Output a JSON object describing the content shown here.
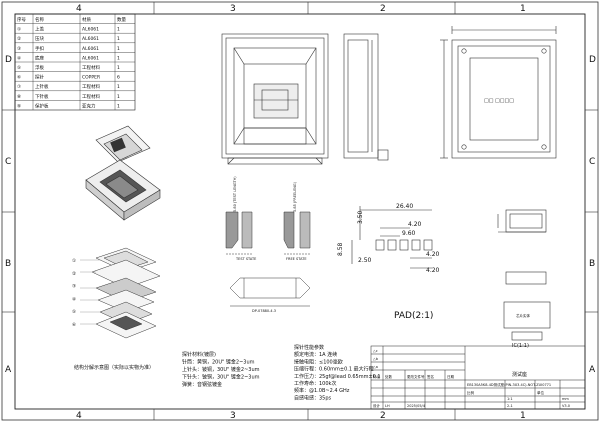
{
  "zones": {
    "cols": [
      "4",
      "3",
      "2",
      "1"
    ],
    "rows": [
      "D",
      "C",
      "B",
      "A"
    ]
  },
  "bom": {
    "headers": [
      "序号",
      "名称",
      "材质",
      "数量"
    ],
    "rows": [
      [
        "①",
        "上盖",
        "AL6061",
        "1"
      ],
      [
        "②",
        "压块",
        "AL6061",
        "1"
      ],
      [
        "③",
        "手扣",
        "AL6061",
        "1"
      ],
      [
        "④",
        "底座",
        "AL6061",
        "1"
      ],
      [
        "⑤",
        "浮板",
        "工程材料",
        "1"
      ],
      [
        "⑥",
        "探针",
        "COPPER",
        "6"
      ],
      [
        "⑦",
        "上针板",
        "工程材料",
        "1"
      ],
      [
        "⑧",
        "下针板",
        "工程材料",
        "1"
      ],
      [
        "⑨",
        "保护板",
        "亚克力",
        "1"
      ]
    ]
  },
  "exploded": {
    "callouts": [
      "①",
      "②",
      "③",
      "④",
      "⑤",
      "⑥"
    ],
    "caption": "结构分解示意图（实际以实物为准）"
  },
  "right_view": {
    "label": "□□  □□□□"
  },
  "sections": {
    "left_label": "5.80 (TEST LENGTH)",
    "right_label": "5.85 (FREELENG)",
    "left_state": "TEST STATE",
    "right_state": "FREE STATE"
  },
  "pin_detail": {
    "label": "DP-07880-4.3"
  },
  "pad": {
    "title": "PAD(2:1)",
    "dims": [
      "26.40",
      "4.20",
      "9.60",
      "3.50",
      "8.58",
      "2.50",
      "4.20",
      "4.20"
    ]
  },
  "ic": {
    "title": "IC(1:1)",
    "cell_label": "芯片实体"
  },
  "notes": {
    "left": [
      "探针材料(镀层)",
      "针筒：黄铜，20U\" 镀金2~3um",
      "上针头：铍铜，30U\" 镀金2~3um",
      "下针头：铍铜，30U\" 镀金2~3um",
      "弹簧：音钢弦镀金"
    ],
    "right": [
      "探针性能参数",
      "额定电流：1A 连续",
      "接触电阻：≤100毫欧",
      "压缩行程：0.60mm±0.1 最大行程",
      "工作压力：25gf@lead 0.65mm±0.1",
      "工作寿命：100k次",
      "频率：@1.0B~2.4 GHz",
      "自感电感：35ps"
    ]
  },
  "title_block": {
    "rev_rows": [
      "△c",
      "△b",
      "△a"
    ],
    "row_labels": [
      "标记",
      "处数",
      "更改文件号",
      "签名",
      "日期"
    ],
    "design_row": [
      "设计",
      "LH",
      "2025/05/4",
      "",
      ""
    ],
    "project": "测试座",
    "part_no": "EB130A5K8-4D测试座(PIN-3X3.4C)-NOT-ZUI0771",
    "scale_label": "比例",
    "scale": "1:1",
    "unit_label": "单位",
    "unit": "mm",
    "sheet": "2-1",
    "version": "V3.0"
  }
}
